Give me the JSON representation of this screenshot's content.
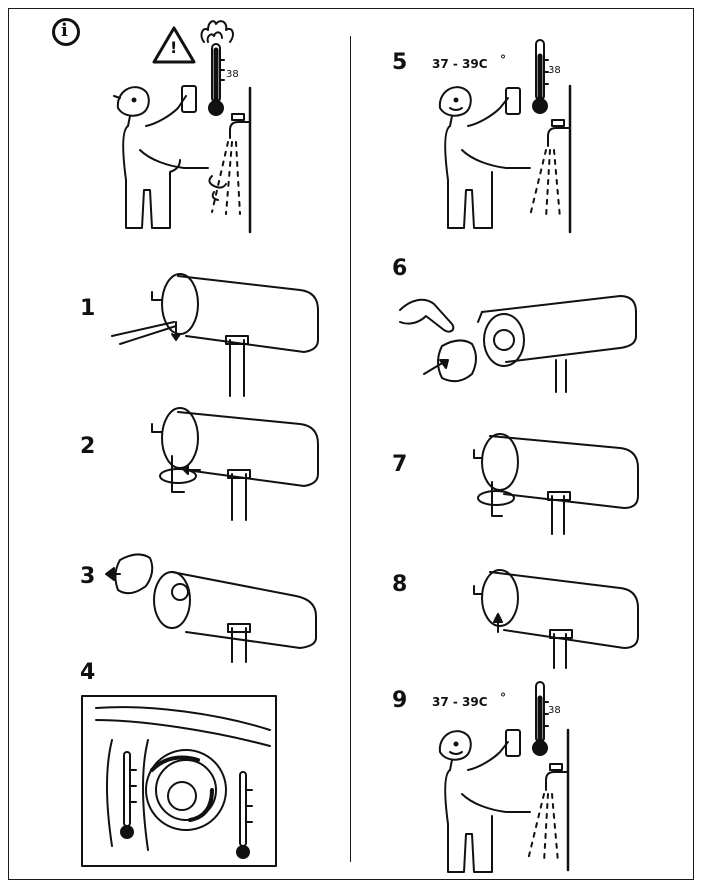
{
  "info": {
    "letter": "i",
    "icon": "info-icon"
  },
  "warning": {
    "mark": "!",
    "icon": "warning-triangle-icon"
  },
  "thermometer_reading": "38",
  "steps": {
    "s1": "1",
    "s2": "2",
    "s3": "3",
    "s4": "4",
    "s5": "5",
    "s6": "6",
    "s7": "7",
    "s8": "8",
    "s9": "9"
  },
  "target_temperature": "37 - 39C",
  "degree_symbol": "°"
}
